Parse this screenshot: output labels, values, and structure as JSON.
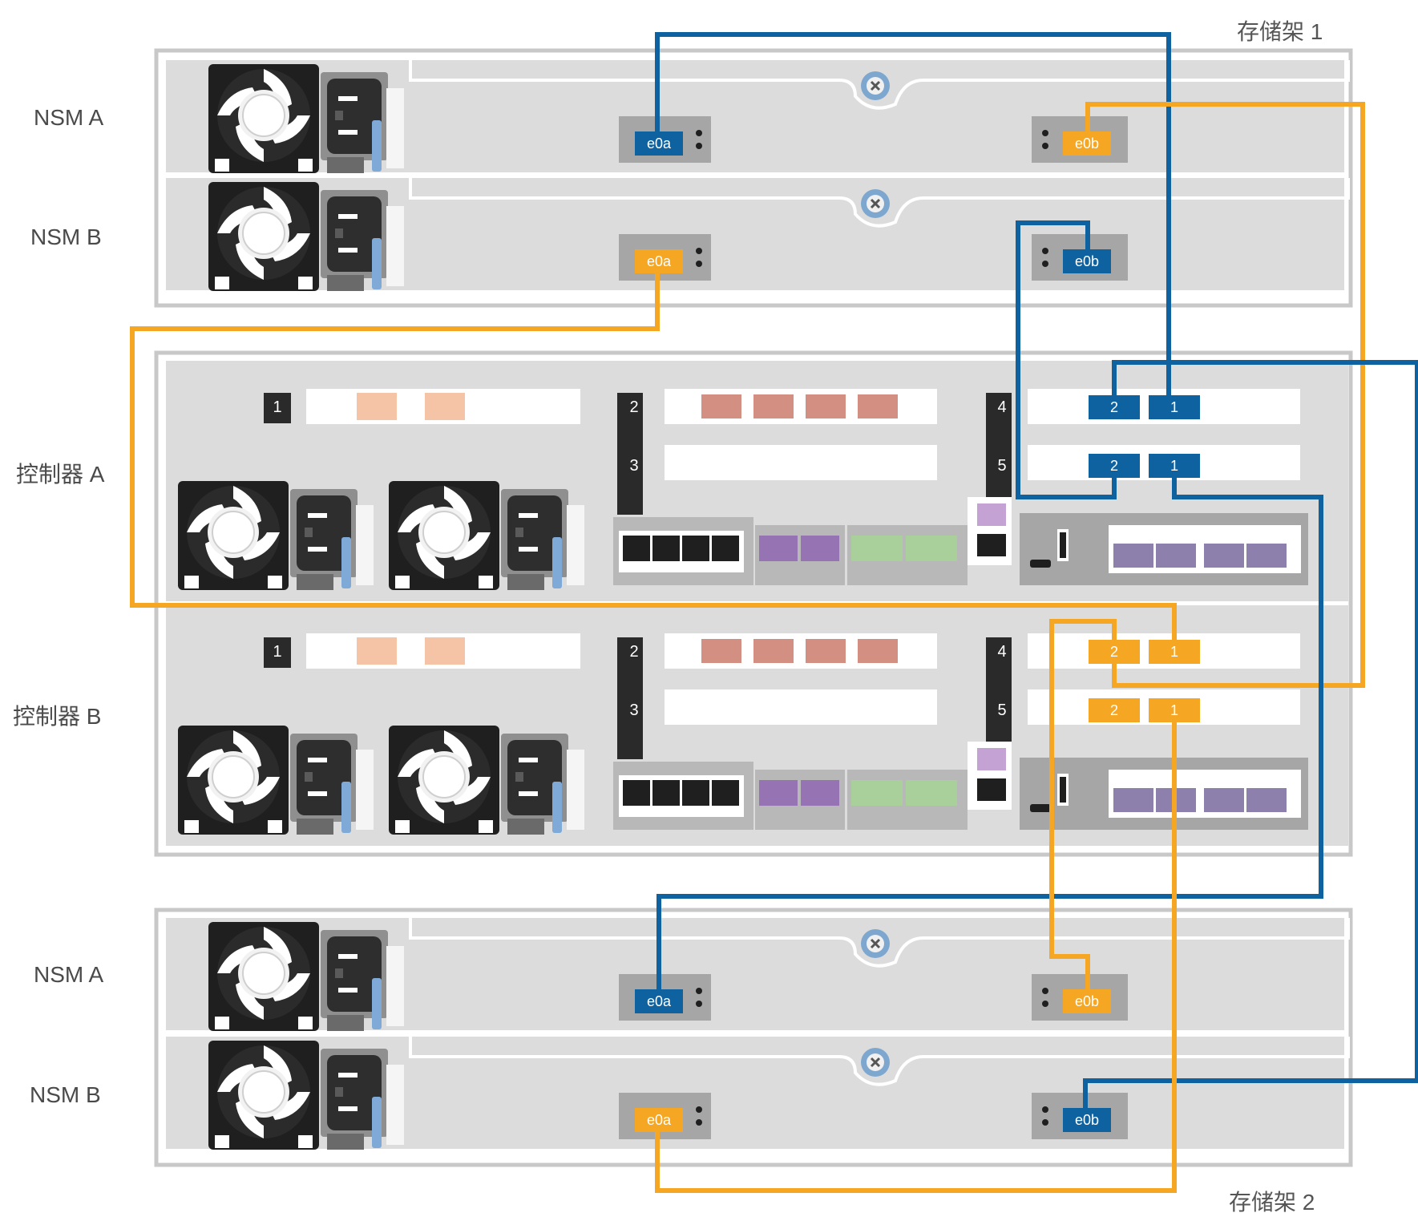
{
  "shelf1": {
    "title": "存储架 1",
    "modules": [
      {
        "label": "NSM A",
        "ports": [
          {
            "name": "e0a",
            "cable": "blue"
          },
          {
            "name": "e0b",
            "cable": "orange"
          }
        ]
      },
      {
        "label": "NSM B",
        "ports": [
          {
            "name": "e0a",
            "cable": "orange"
          },
          {
            "name": "e0b",
            "cable": "blue"
          }
        ]
      }
    ]
  },
  "controllers": [
    {
      "label": "控制器 A",
      "cable": "blue",
      "slots": [
        "1",
        "2",
        "3",
        "4",
        "5"
      ],
      "ports": {
        "slot4": [
          "2",
          "1"
        ],
        "slot5": [
          "2",
          "1"
        ]
      }
    },
    {
      "label": "控制器 B",
      "cable": "orange",
      "slots": [
        "1",
        "2",
        "3",
        "4",
        "5"
      ],
      "ports": {
        "slot4": [
          "2",
          "1"
        ],
        "slot5": [
          "2",
          "1"
        ]
      }
    }
  ],
  "shelf2": {
    "title": "存储架 2",
    "modules": [
      {
        "label": "NSM A",
        "ports": [
          {
            "name": "e0a",
            "cable": "blue"
          },
          {
            "name": "e0b",
            "cable": "orange"
          }
        ]
      },
      {
        "label": "NSM B",
        "ports": [
          {
            "name": "e0a",
            "cable": "orange"
          },
          {
            "name": "e0b",
            "cable": "blue"
          }
        ]
      }
    ]
  },
  "colors": {
    "blue": "#0f62a0",
    "orange": "#f5a623",
    "chassis": "#dcdcdc",
    "frame": "#c8c8c8"
  }
}
